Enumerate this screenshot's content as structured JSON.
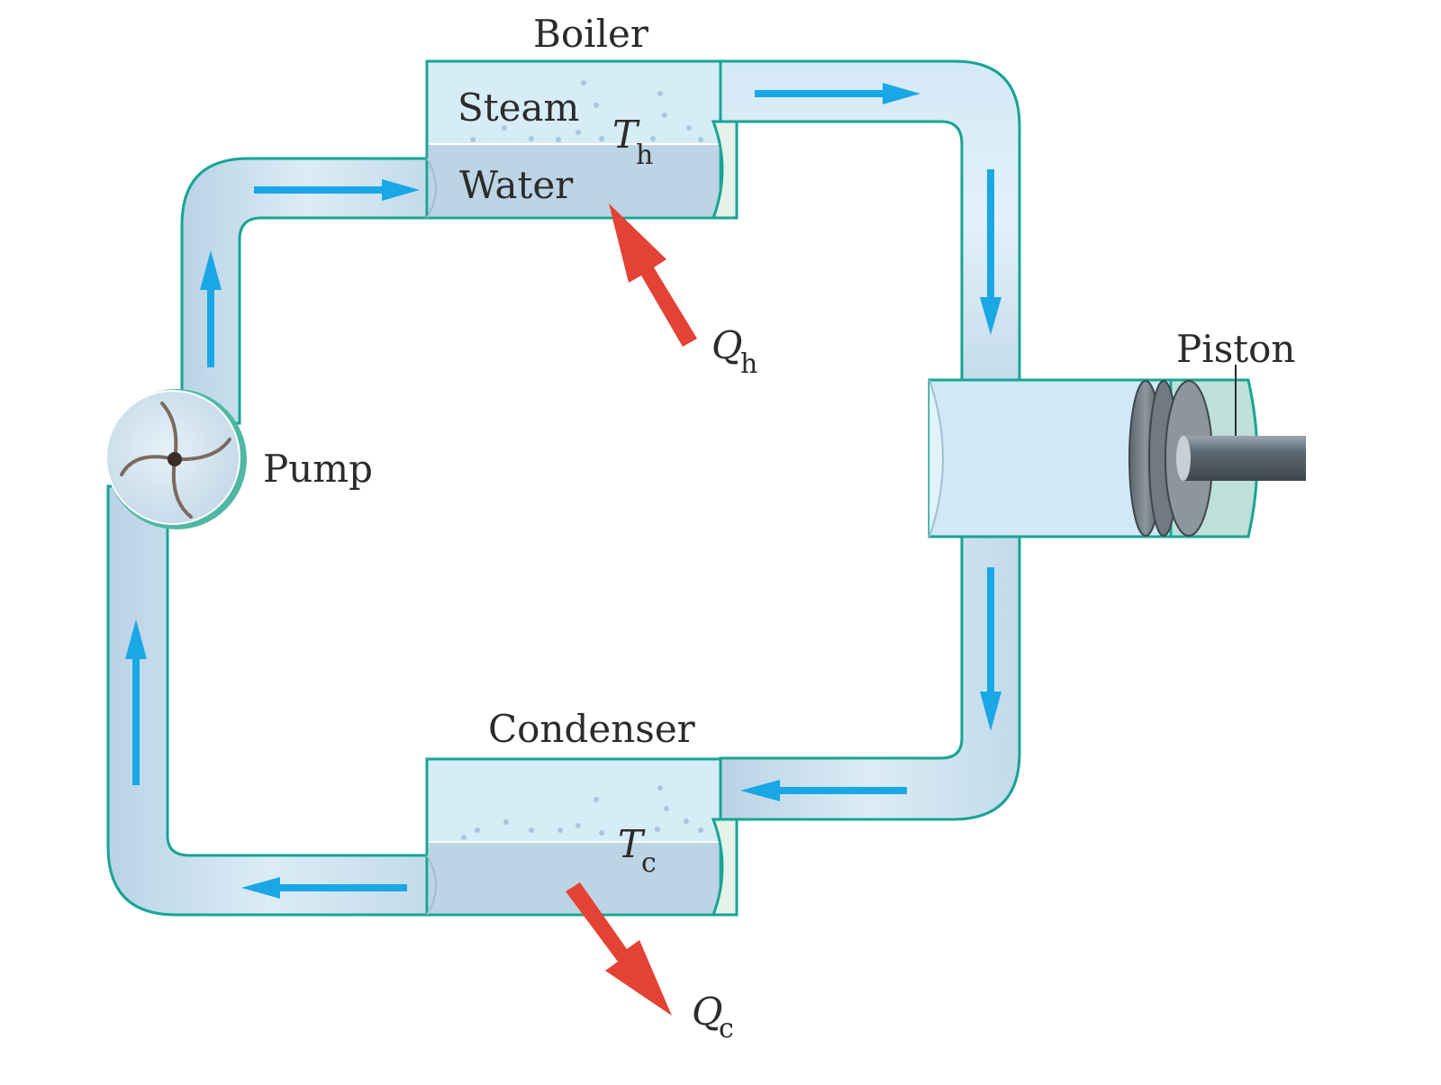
{
  "colors": {
    "pipe_fill": "#cde4f1",
    "pipe_stroke": "#17a495",
    "flow_arrow": "#1aa7e6",
    "heat_arrow": "#e34234",
    "steam_fill": "#d6ecf7",
    "water_fill": "#bcd4e4",
    "piston_rod": "#4f5b66"
  },
  "labels": {
    "boiler": "Boiler",
    "steam": "Steam",
    "water": "Water",
    "condenser": "Condenser",
    "pump": "Pump",
    "piston": "Piston",
    "t_hot_symbol": "T",
    "t_hot_subscript": "h",
    "t_cold_symbol": "T",
    "t_cold_subscript": "c",
    "q_hot_symbol": "Q",
    "q_hot_subscript": "h",
    "q_cold_symbol": "Q",
    "q_cold_subscript": "c"
  },
  "icons": {
    "pump": "pump-impeller-icon",
    "flow": "flow-arrow-icon",
    "heat_in": "heat-in-arrow-icon",
    "heat_out": "heat-out-arrow-icon"
  }
}
